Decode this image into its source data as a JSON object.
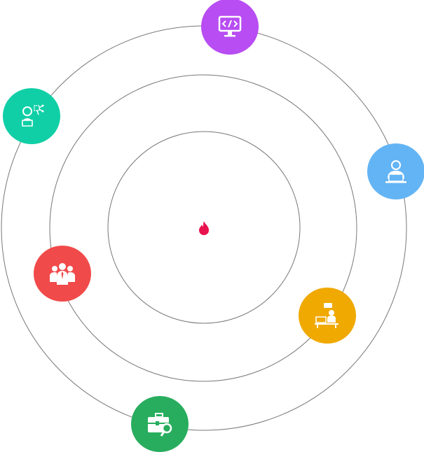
{
  "center": {
    "icon": "flame-icon",
    "color": "#e8124f"
  },
  "rings": 3,
  "nodes": [
    {
      "id": "web-development",
      "icon": "code-monitor-icon",
      "color": "#b74df2"
    },
    {
      "id": "tech-support",
      "icon": "developer-network-icon",
      "color": "#10cfa6"
    },
    {
      "id": "online-consultant",
      "icon": "person-laptop-icon",
      "color": "#63b4f4"
    },
    {
      "id": "team",
      "icon": "team-icon",
      "color": "#f14a4a"
    },
    {
      "id": "workspace",
      "icon": "desk-worker-icon",
      "color": "#f0a900"
    },
    {
      "id": "job-search",
      "icon": "briefcase-search-icon",
      "color": "#28ad5e"
    }
  ]
}
